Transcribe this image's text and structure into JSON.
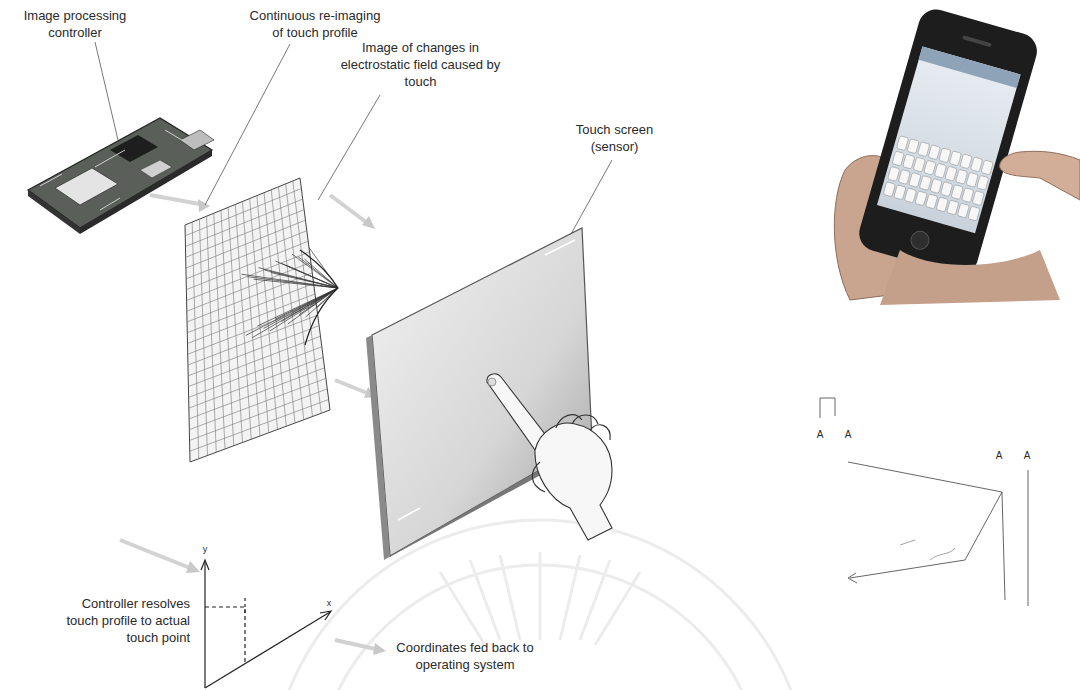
{
  "diagram": {
    "labels": [
      "Image processing controller",
      "Continuous re-imaging of touch profile",
      "Image of changes in electrostatic field caused by touch",
      "Touch screen (sensor)",
      "Controller resolves touch profile to actual touch point",
      "Coordinates fed back to operating system",
      "y",
      "x",
      "A",
      "A",
      "A",
      "A"
    ]
  }
}
